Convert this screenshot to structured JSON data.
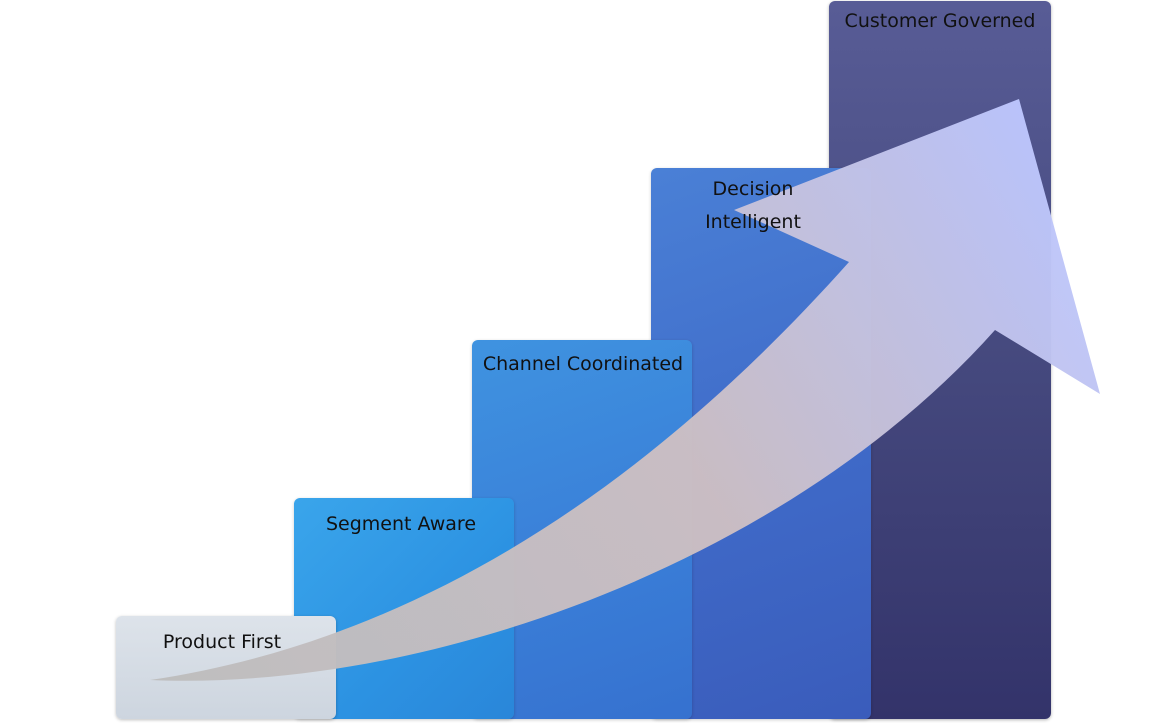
{
  "steps": [
    {
      "label": "Product First"
    },
    {
      "label": "Segment Aware"
    },
    {
      "label": "Channel Coordinated"
    },
    {
      "label": "Decision\nIntelligent"
    },
    {
      "label": "Customer Governed"
    }
  ],
  "colors": {
    "step_1": "#d3dae3",
    "step_2": "#2f95e3",
    "step_3": "#3a7fd8",
    "step_4": "#4068c6",
    "step_5": "#464a7f",
    "arrow_start": "#bdbdbd",
    "arrow_mid": "#cbbfc4",
    "arrow_end": "#bcc6ff"
  }
}
